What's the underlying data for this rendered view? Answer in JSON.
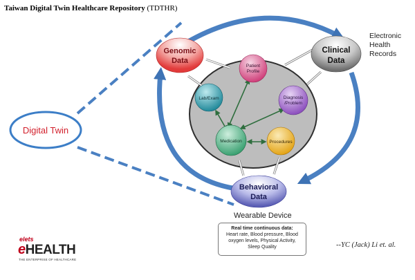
{
  "title": {
    "main": "Taiwan Digital Twin Healthcare Repository",
    "abbr": "(TDTHR)"
  },
  "nodes": {
    "digital_twin": "Digital Twin",
    "genomic_line1": "Genomic",
    "genomic_line2": "Data",
    "clinical_line1": "Clinical",
    "clinical_line2": "Data",
    "behavioral_line1": "Behavioral",
    "behavioral_line2": "Data"
  },
  "inner_nodes": {
    "patient_profile_line1": "Patient",
    "patient_profile_line2": "Profile",
    "lab_exam": "Lab/Exam",
    "diagnosis_line1": "Diagnosis",
    "diagnosis_line2": "/Problem",
    "medication": "Medication",
    "procedures": "Procedures"
  },
  "labels": {
    "ehr_line1": "Electronic",
    "ehr_line2": "Health",
    "ehr_line3": "Records",
    "wearable": "Wearable Device"
  },
  "realtime_box": {
    "title": "Real time continuous data:",
    "line1": "Heart rate, Blood pressure, Blood",
    "line2": "oxygen levels, Physical Activity,",
    "line3": "Sleep Quality"
  },
  "credit": "--YC (Jack) Li et. al.",
  "logo": {
    "small": "elets",
    "e": "e",
    "main": "HEALTH",
    "tagline": "THE ENTERPRISE OF HEALTHCARE"
  },
  "colors": {
    "genomic": "#e23b3b",
    "clinical": "#6f6f6f",
    "behavioral": "#5c5fb5",
    "patient_profile": "#cf3f7a",
    "lab_exam": "#21899a",
    "diagnosis": "#8c4fbd",
    "medication": "#3aa071",
    "procedures": "#e3a417",
    "flow_arrows": "#4a80c2",
    "digital_twin": "#3c7ec7",
    "digital_twin_text": "#d21f2b"
  }
}
